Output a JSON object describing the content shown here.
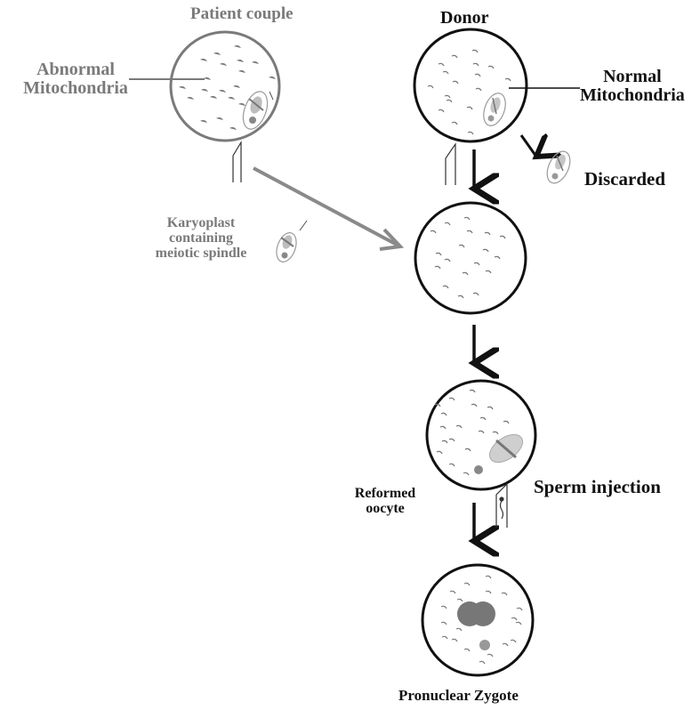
{
  "labels": {
    "patient_couple": "Patient couple",
    "abnormal_mito_line1": "Abnormal",
    "abnormal_mito_line2": "Mitochondria",
    "donor": "Donor",
    "normal_mito_line1": "Normal",
    "normal_mito_line2": "Mitochondria",
    "discarded": "Discarded",
    "karyoplast_line1": "Karyoplast",
    "karyoplast_line2": "containing",
    "karyoplast_line3": "meiotic spindle",
    "sperm_injection": "Sperm injection",
    "reformed_line1": "Reformed",
    "reformed_line2": "oocyte",
    "pronuclear_zygote": "Pronuclear Zygote"
  },
  "colors": {
    "patient": "#7a7a7a",
    "donor": "#111111",
    "spindle": "#9a9a9a"
  }
}
